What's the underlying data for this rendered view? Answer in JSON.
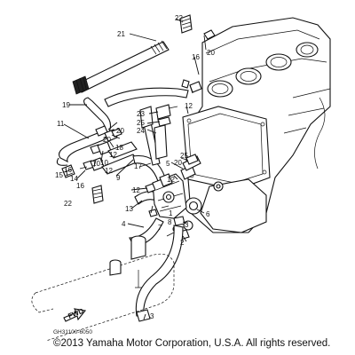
{
  "diagram": {
    "callouts": [
      "1",
      "2",
      "3",
      "3",
      "4",
      "5",
      "6",
      "7",
      "8",
      "9",
      "10",
      "10",
      "11",
      "12",
      "12",
      "12",
      "12",
      "12",
      "13",
      "14",
      "15",
      "16",
      "16",
      "16",
      "17",
      "18",
      "19",
      "20",
      "20",
      "20",
      "20",
      "21",
      "22",
      "22",
      "23",
      "24",
      "25",
      "25"
    ],
    "fwd_label": "FWD",
    "drawing_code": "GH31100-6050"
  },
  "footer": {
    "copyright": "©2013 Yamaha Motor Corporation, U.S.A. All rights reserved."
  }
}
